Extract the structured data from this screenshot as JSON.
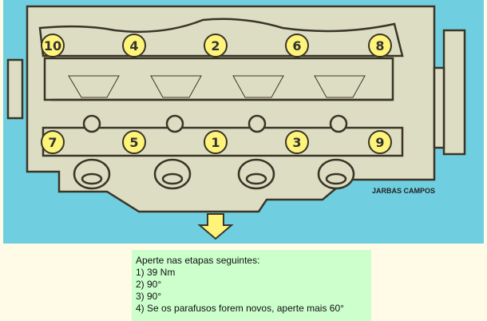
{
  "diagram": {
    "credit": "JARBAS CAMPOS",
    "top_bolts": [
      "10",
      "4",
      "2",
      "6",
      "8"
    ],
    "bottom_bolts": [
      "7",
      "5",
      "1",
      "3",
      "9"
    ],
    "colors": {
      "background": "#6fcfe0",
      "head": "#ddddc4",
      "bolt": "#fff47a",
      "outline": "#3a3526"
    }
  },
  "note": {
    "title": "Aperte nas etapas seguintes:",
    "steps": [
      "1) 39 Nm",
      "2) 90°",
      "3) 90°",
      "4) Se os parafusos forem novos, aperte mais 60°"
    ]
  }
}
